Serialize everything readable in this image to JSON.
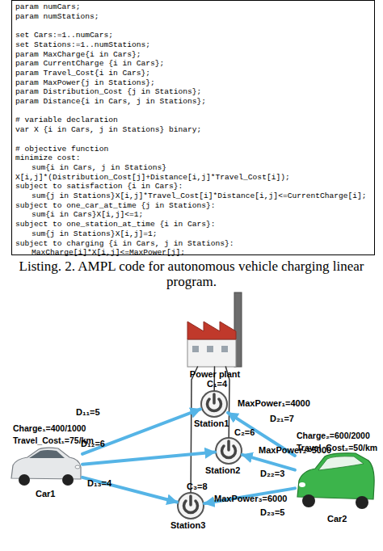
{
  "diagram": {
    "caption": "Listing. 2. AMPL code for autonomous vehicle charging linear program.",
    "nodes": [
      {
        "text": [
          "param numCars;",
          "param numStations;",
          "set Cars:=1..numCars;",
          "set Stations:=1..numStations;",
          "param MaxCharge{i in Cars};",
          "param CurrentCharge {i in Cars};",
          "param Travel_Cost{i in Cars};",
          "param MaxPower{j in Stations};",
          "param Distribution_Cost {j in Stations};",
          "param Distance{i in Cars, j in Stations};",
          "# variable declaration",
          "var X {i in Cars, j in Stations} binary;",
          "# objective function",
          "minimize cost:",
          "sum{i in Cars, j in Stations}",
          "X[i,j]*(Distribution_Cost[j]+Distance[i,j]*Travel_Cost[i]);",
          "subject to satisfaction {i in Cars}:",
          "sum{j in Stations}X[i,j]*Travel_Cost[i]*Distance[i,j]<=CurrentCharge[i];",
          "subject to one_car_at_time {j in Stations}:",
          "sum{i in Cars}X[i,j]<=1;",
          "subject to one_station_at_time {i in Cars}:",
          "sum{j in Stations}X[i,j]=1;",
          "subject to charging {i in Cars, j in Stations}:",
          "MaxCharge[i]*X[i,j]<=MaxPower[j];"
        ]
      },
      {
        "text": [
          "Power plant"
        ]
      },
      {
        "text": [
          "C₁=4",
          "MaxPower₁=4000",
          "Station1"
        ]
      },
      {
        "text": [
          "Charge₁=400/1000",
          "Travel_Cost₁=75/km",
          "Car1"
        ]
      },
      {
        "text": [
          "C₂=6",
          "MaxPower₂=5000",
          "Station2"
        ]
      },
      {
        "text": [
          "Charge₂=600/2000",
          "Travel_Cost₂=50/km",
          "Car2"
        ]
      },
      {
        "text": [
          "C₃=8",
          "MaxPower₃=6000",
          "Station3"
        ]
      }
    ],
    "edges": [
      {
        "from": 1,
        "to": 2,
        "arrow": "none"
      },
      {
        "from": 1,
        "to": 4,
        "arrow": "none"
      },
      {
        "from": 1,
        "to": 6,
        "arrow": "none"
      },
      {
        "from": 3,
        "to": 2,
        "label": "D₁₁=5",
        "arrow": "to"
      },
      {
        "from": 3,
        "to": 4,
        "label": "D₁₂=6",
        "arrow": "to"
      },
      {
        "from": 3,
        "to": 6,
        "label": "D₁₃=4",
        "arrow": "to"
      },
      {
        "from": 5,
        "to": 2,
        "label": "D₂₁=7",
        "arrow": "to"
      },
      {
        "from": 5,
        "to": 4,
        "label": "D₂₂=3",
        "arrow": "to"
      },
      {
        "from": 5,
        "to": 6,
        "label": "D₂₃=5",
        "arrow": "to"
      }
    ]
  }
}
